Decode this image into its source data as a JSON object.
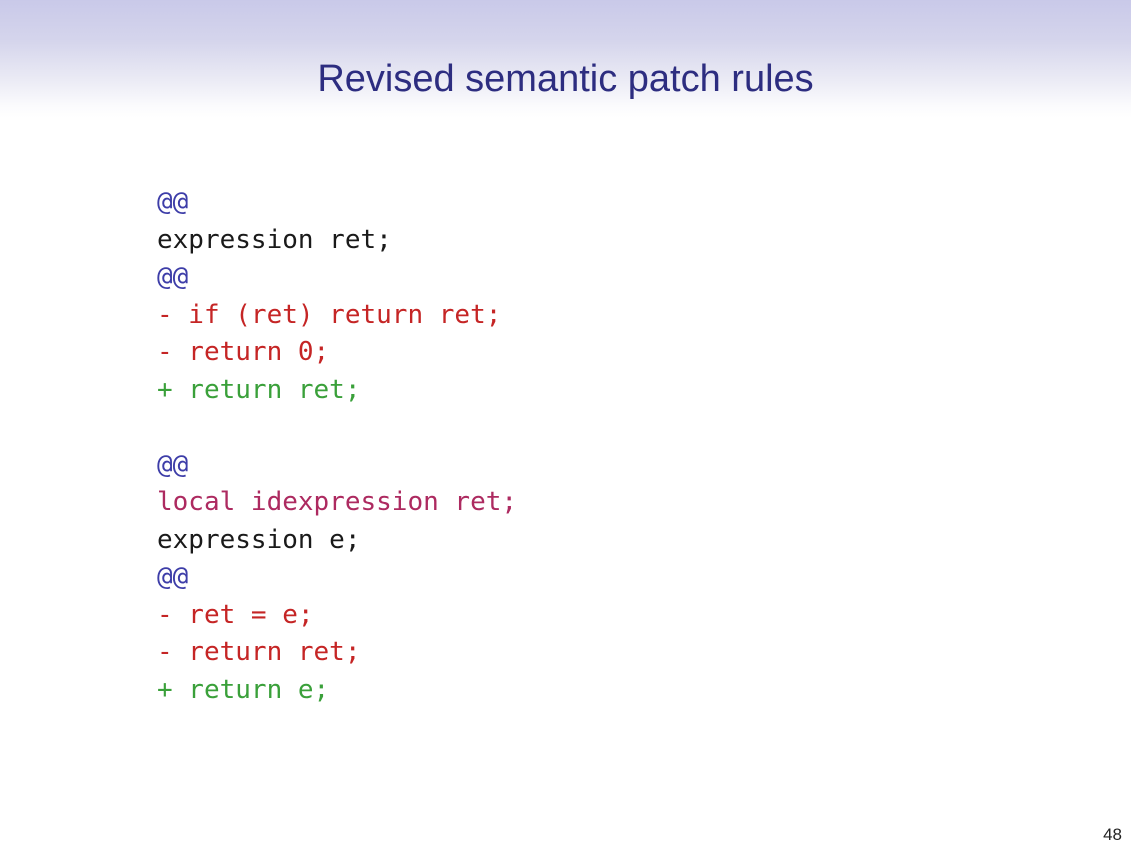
{
  "slide": {
    "title": "Revised semantic patch rules",
    "page_number": "48"
  },
  "colors": {
    "title": "#2d2d80",
    "header_top": "#c9c9e9",
    "delimiter": "#3d3da8",
    "plain": "#1a1a1a",
    "removed": "#c52525",
    "added": "#3aa03a",
    "metavar": "#ad2a60",
    "page_number": "#222222"
  },
  "code_blocks": [
    {
      "lines": [
        {
          "text": "@@",
          "role": "delimiter"
        },
        {
          "text": "expression ret;",
          "role": "plain"
        },
        {
          "text": "@@",
          "role": "delimiter"
        },
        {
          "text": "- if (ret) return ret;",
          "role": "removed"
        },
        {
          "text": "- return 0;",
          "role": "removed"
        },
        {
          "text": "+ return ret;",
          "role": "added"
        }
      ]
    },
    {
      "lines": [
        {
          "text": "@@",
          "role": "delimiter"
        },
        {
          "text": "local idexpression ret;",
          "role": "metavar"
        },
        {
          "text": "expression e;",
          "role": "plain"
        },
        {
          "text": "@@",
          "role": "delimiter"
        },
        {
          "text": "- ret = e;",
          "role": "removed"
        },
        {
          "text": "- return ret;",
          "role": "removed"
        },
        {
          "text": "+ return e;",
          "role": "added"
        }
      ]
    }
  ]
}
